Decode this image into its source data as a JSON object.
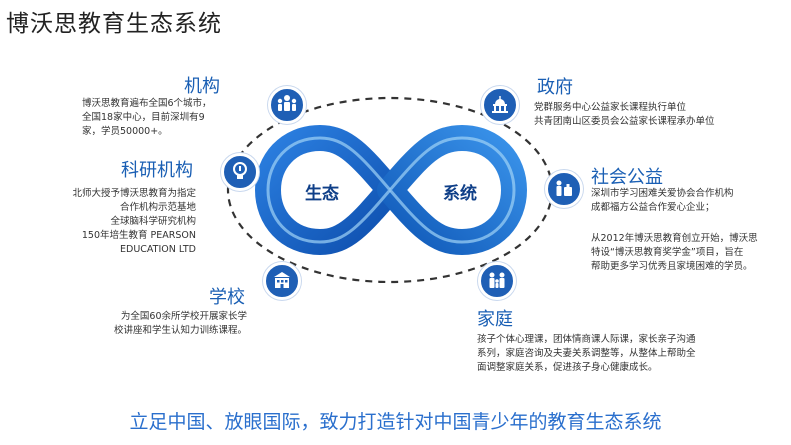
{
  "title": "博沃思教育生态系统",
  "center": {
    "left_label": "生态",
    "right_label": "系统"
  },
  "nodes": {
    "jigou": {
      "title": "机构",
      "lines": [
        "博沃思教育遍布全国6个城市，",
        "全国18家中心，目前深圳有9",
        "家，学员50000+。"
      ]
    },
    "keyan": {
      "title": "科研机构",
      "lines": [
        "北师大授予博沃思教育为指定",
        "合作机构示范基地",
        "全球脑科学研究机构",
        "150年培生教育 PEARSON",
        "EDUCATION LTD"
      ]
    },
    "xuexiao": {
      "title": "学校",
      "lines": [
        "为全国60余所学校开展家长学",
        "校讲座和学生认知力训练课程。"
      ]
    },
    "zhengfu": {
      "title": "政府",
      "lines": [
        "党群服务中心公益家长课程执行单位",
        "共青团南山区委员会公益家长课程承办单位"
      ]
    },
    "shehui": {
      "title": "社会公益",
      "lines": [
        "深圳市学习困难关爱协会合作机构",
        "成都福方公益合作爱心企业；"
      ],
      "lines2": [
        "从2012年博沃思教育创立开始，博沃思",
        "特设“博沃思教育奖学金”项目，旨在",
        "帮助更多学习优秀且家境困难的学员。"
      ]
    },
    "jiating": {
      "title": "家庭",
      "lines": [
        "孩子个体心理课，团体情商课人际课，家长亲子沟通",
        "系列，家庭咨询及夫妻关系调整等，从整体上帮助全",
        "面调整家庭关系，促进孩子身心健康成长。"
      ]
    }
  },
  "footer": "立足中国、放眼国际，致力打造针对中国青少年的教育生态系统",
  "colors": {
    "accent": "#1f5fb5",
    "footer": "#2a6fcd",
    "infinity_outer": "#1c6cd0",
    "infinity_inner": "#7ec3f2"
  },
  "icons": {
    "jigou": "people-group-icon",
    "keyan": "lightbulb-icon",
    "xuexiao": "school-building-icon",
    "zhengfu": "capitol-building-icon",
    "shehui": "charity-people-icon",
    "jiating": "family-icon"
  }
}
